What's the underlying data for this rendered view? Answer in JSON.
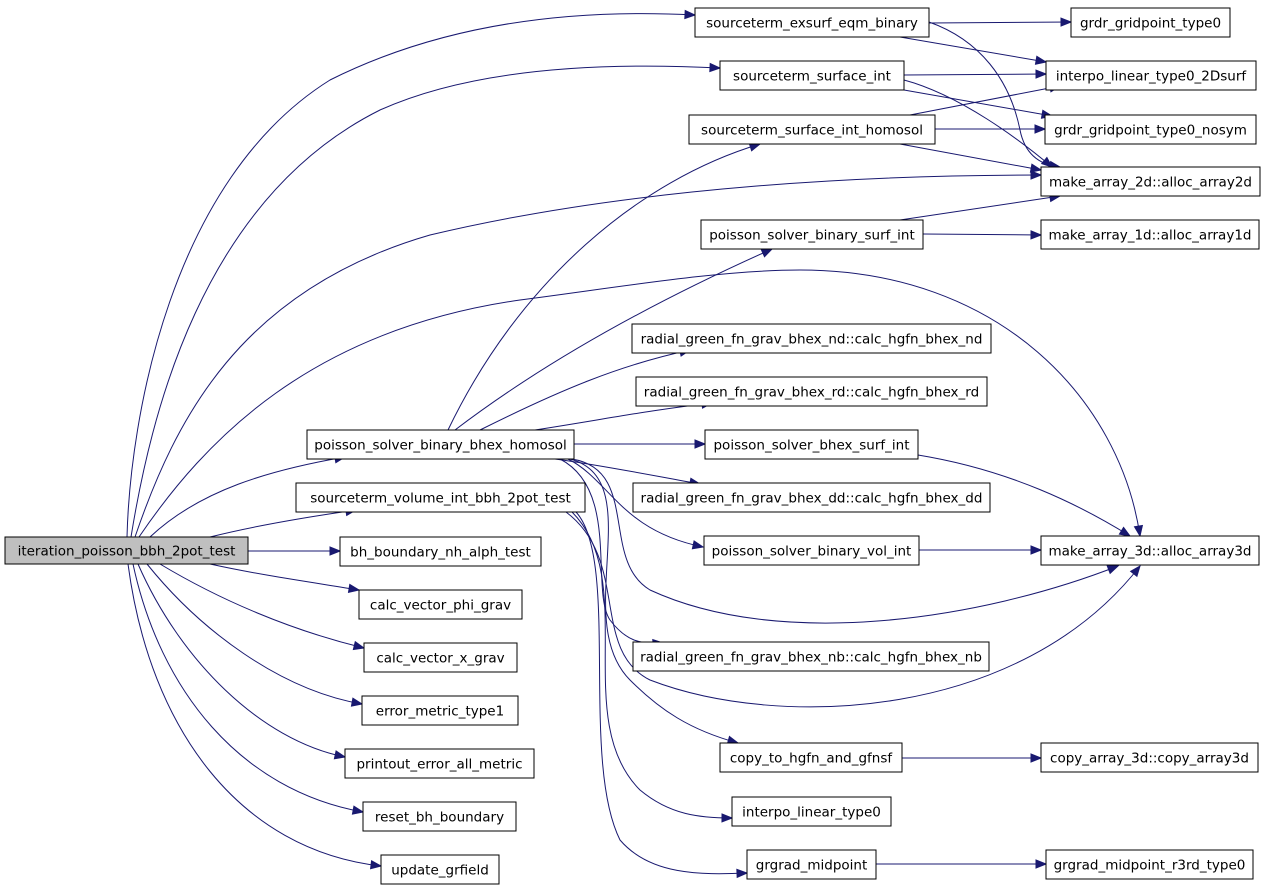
{
  "graph": {
    "root": "iteration_poisson_bbh_2pot_test",
    "nodes": [
      {
        "id": "root",
        "label": "iteration_poisson_bbh_2pot_test"
      },
      {
        "id": "sexsurf",
        "label": "sourceterm_exsurf_eqm_binary"
      },
      {
        "id": "ssurfint",
        "label": "sourceterm_surface_int"
      },
      {
        "id": "ssurfhomo",
        "label": "sourceterm_surface_int_homosol"
      },
      {
        "id": "psbsurf",
        "label": "poisson_solver_binary_surf_int"
      },
      {
        "id": "psbhexhomo",
        "label": "poisson_solver_binary_bhex_homosol"
      },
      {
        "id": "svolint",
        "label": "sourceterm_volume_int_bbh_2pot_test"
      },
      {
        "id": "bhbound",
        "label": "bh_boundary_nh_alph_test"
      },
      {
        "id": "cvphi",
        "label": "calc_vector_phi_grav"
      },
      {
        "id": "cvx",
        "label": "calc_vector_x_grav"
      },
      {
        "id": "errm",
        "label": "error_metric_type1"
      },
      {
        "id": "printerr",
        "label": "printout_error_all_metric"
      },
      {
        "id": "resetbh",
        "label": "reset_bh_boundary"
      },
      {
        "id": "updgr",
        "label": "update_grfield"
      },
      {
        "id": "grdr0",
        "label": "grdr_gridpoint_type0"
      },
      {
        "id": "interp2d",
        "label": "interpo_linear_type0_2Dsurf"
      },
      {
        "id": "grdrnosym",
        "label": "grdr_gridpoint_type0_nosym"
      },
      {
        "id": "alloc2d",
        "label": "make_array_2d::alloc_array2d"
      },
      {
        "id": "alloc1d",
        "label": "make_array_1d::alloc_array1d"
      },
      {
        "id": "rgfnd",
        "label": "radial_green_fn_grav_bhex_nd::calc_hgfn_bhex_nd"
      },
      {
        "id": "rgfrd",
        "label": "radial_green_fn_grav_bhex_rd::calc_hgfn_bhex_rd"
      },
      {
        "id": "psbhexsurf",
        "label": "poisson_solver_bhex_surf_int"
      },
      {
        "id": "rgfdd",
        "label": "radial_green_fn_grav_bhex_dd::calc_hgfn_bhex_dd"
      },
      {
        "id": "psbvol",
        "label": "poisson_solver_binary_vol_int"
      },
      {
        "id": "alloc3d",
        "label": "make_array_3d::alloc_array3d"
      },
      {
        "id": "rgfnb",
        "label": "radial_green_fn_grav_bhex_nb::calc_hgfn_bhex_nb"
      },
      {
        "id": "copyhg",
        "label": "copy_to_hgfn_and_gfnsf"
      },
      {
        "id": "copy3d",
        "label": "copy_array_3d::copy_array3d"
      },
      {
        "id": "interp0",
        "label": "interpo_linear_type0"
      },
      {
        "id": "grgradmid",
        "label": "grgrad_midpoint"
      },
      {
        "id": "grgrad3rd",
        "label": "grgrad_midpoint_r3rd_type0"
      }
    ],
    "edges": [
      {
        "from": "root",
        "to": "sexsurf"
      },
      {
        "from": "root",
        "to": "ssurfint"
      },
      {
        "from": "root",
        "to": "alloc2d"
      },
      {
        "from": "root",
        "to": "alloc3d"
      },
      {
        "from": "root",
        "to": "psbhexhomo"
      },
      {
        "from": "root",
        "to": "svolint"
      },
      {
        "from": "root",
        "to": "bhbound"
      },
      {
        "from": "root",
        "to": "cvphi"
      },
      {
        "from": "root",
        "to": "cvx"
      },
      {
        "from": "root",
        "to": "errm"
      },
      {
        "from": "root",
        "to": "printerr"
      },
      {
        "from": "root",
        "to": "resetbh"
      },
      {
        "from": "root",
        "to": "updgr"
      },
      {
        "from": "sexsurf",
        "to": "grdr0"
      },
      {
        "from": "sexsurf",
        "to": "interp2d"
      },
      {
        "from": "sexsurf",
        "to": "alloc2d"
      },
      {
        "from": "ssurfint",
        "to": "interp2d"
      },
      {
        "from": "ssurfint",
        "to": "grdrnosym"
      },
      {
        "from": "ssurfint",
        "to": "alloc2d"
      },
      {
        "from": "ssurfhomo",
        "to": "interp2d"
      },
      {
        "from": "ssurfhomo",
        "to": "grdrnosym"
      },
      {
        "from": "ssurfhomo",
        "to": "alloc2d"
      },
      {
        "from": "psbsurf",
        "to": "alloc2d"
      },
      {
        "from": "psbsurf",
        "to": "alloc1d"
      },
      {
        "from": "psbhexhomo",
        "to": "ssurfhomo"
      },
      {
        "from": "psbhexhomo",
        "to": "psbsurf"
      },
      {
        "from": "psbhexhomo",
        "to": "rgfnd"
      },
      {
        "from": "psbhexhomo",
        "to": "rgfrd"
      },
      {
        "from": "psbhexhomo",
        "to": "psbhexsurf"
      },
      {
        "from": "psbhexhomo",
        "to": "rgfdd"
      },
      {
        "from": "psbhexhomo",
        "to": "psbvol"
      },
      {
        "from": "psbhexhomo",
        "to": "alloc3d"
      },
      {
        "from": "psbhexhomo",
        "to": "rgfnb"
      },
      {
        "from": "psbhexhomo",
        "to": "copyhg"
      },
      {
        "from": "svolint",
        "to": "alloc3d"
      },
      {
        "from": "svolint",
        "to": "interp0"
      },
      {
        "from": "svolint",
        "to": "grgradmid"
      },
      {
        "from": "psbhexsurf",
        "to": "alloc3d"
      },
      {
        "from": "psbvol",
        "to": "alloc3d"
      },
      {
        "from": "copyhg",
        "to": "copy3d"
      },
      {
        "from": "grgradmid",
        "to": "grgrad3rd"
      }
    ]
  }
}
